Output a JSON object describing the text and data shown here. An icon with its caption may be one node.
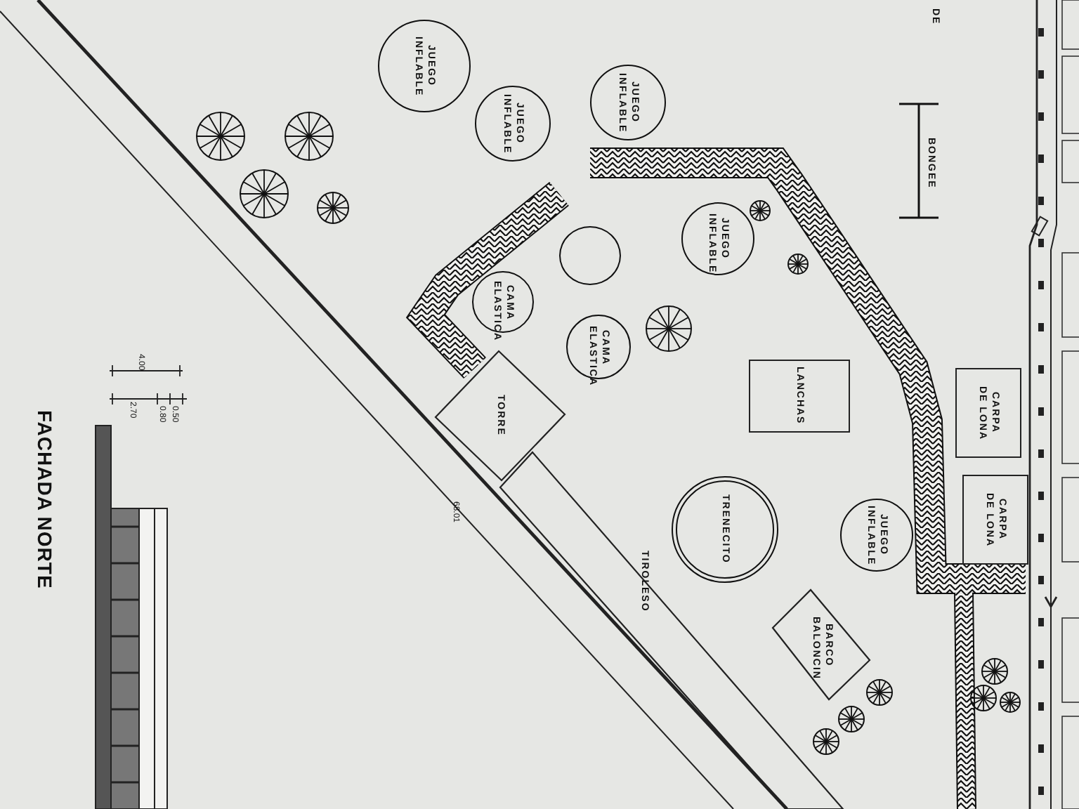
{
  "diagram": {
    "nodes": [
      {
        "text": [
          "JUEGO INFLABLE"
        ]
      },
      {
        "text": [
          "JUEGO INFLABLE"
        ]
      },
      {
        "text": [
          "JUEGO INFLABLE"
        ]
      },
      {
        "text": [
          "JUEGO INFLABLE"
        ]
      },
      {
        "text": [],
        "shape": "circle"
      },
      {
        "text": [
          "CAMA ELASTICA"
        ]
      },
      {
        "text": [
          "CAMA ELASTICA"
        ]
      },
      {
        "text": [
          "LANCHAS"
        ]
      },
      {
        "text": [
          "CARPA DE LONA"
        ]
      },
      {
        "text": [
          "TORRE"
        ]
      },
      {
        "text": [
          "CARPA DE LONA"
        ]
      },
      {
        "text": [
          "TRENECITO"
        ]
      },
      {
        "text": [
          "JUEGO INFLABLE"
        ]
      },
      {
        "text": [
          "TIROLESO"
        ]
      },
      {
        "text": [
          "BARCO BALONCIN"
        ]
      }
    ],
    "edges": [],
    "labels": [
      "DE",
      "BONGEE",
      "4.00",
      "2.70",
      "0.80",
      "0.50",
      "68.01",
      "FACHADA NORTE"
    ]
  }
}
